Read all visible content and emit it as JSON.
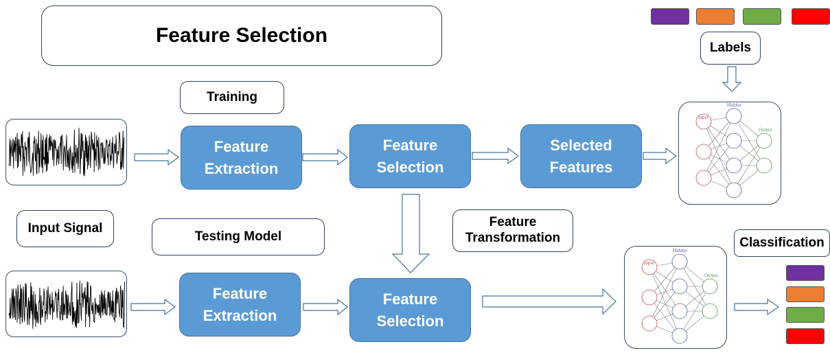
{
  "title": "Feature Selection",
  "labels_box": "Labels",
  "training_label": "Training",
  "testing_label": "Testing Model",
  "input_signal_label": "Input Signal",
  "feature_transformation_label": "Feature Transformation",
  "classification_label": "Classification",
  "training_row": {
    "extraction": "Feature Extraction",
    "selection": "Feature Selection",
    "selected": "Selected Features"
  },
  "testing_row": {
    "extraction": "Feature Extraction",
    "selection": "Feature Selection"
  },
  "nn_text": {
    "input": "Input",
    "hidden": "Hidden",
    "output": "Output"
  },
  "label_colors": [
    "#7030a0",
    "#ed7d31",
    "#70ad47",
    "#ff0000"
  ],
  "classification_colors": [
    "#7030a0",
    "#ed7d31",
    "#70ad47",
    "#ff0000"
  ]
}
